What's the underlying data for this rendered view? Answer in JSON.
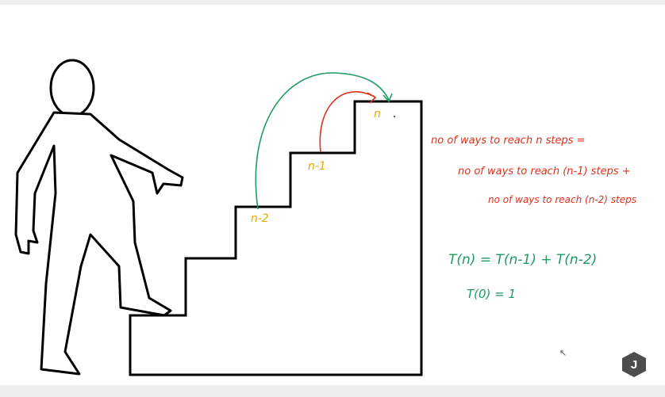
{
  "colors": {
    "red": "#e0311b",
    "green": "#1e9b62",
    "gold": "#e6a800",
    "ink": "#000000",
    "badge_bg": "#4d4d4d"
  },
  "step_labels": {
    "n_minus_2": "n-2",
    "n_minus_1": "n-1",
    "n": "n"
  },
  "notes": {
    "line1": "no of ways to reach n steps =",
    "line2": "no of ways to reach (n-1) steps +",
    "line3": "no of ways to reach (n-2) steps"
  },
  "equations": {
    "recurrence": "T(n) = T(n-1) + T(n-2)",
    "base_case": "T(0) = 1"
  },
  "badge": {
    "letter": "J"
  },
  "icons": {
    "person": "person-climbing-stairs-outline",
    "cursor": "mouse-pointer-icon"
  }
}
